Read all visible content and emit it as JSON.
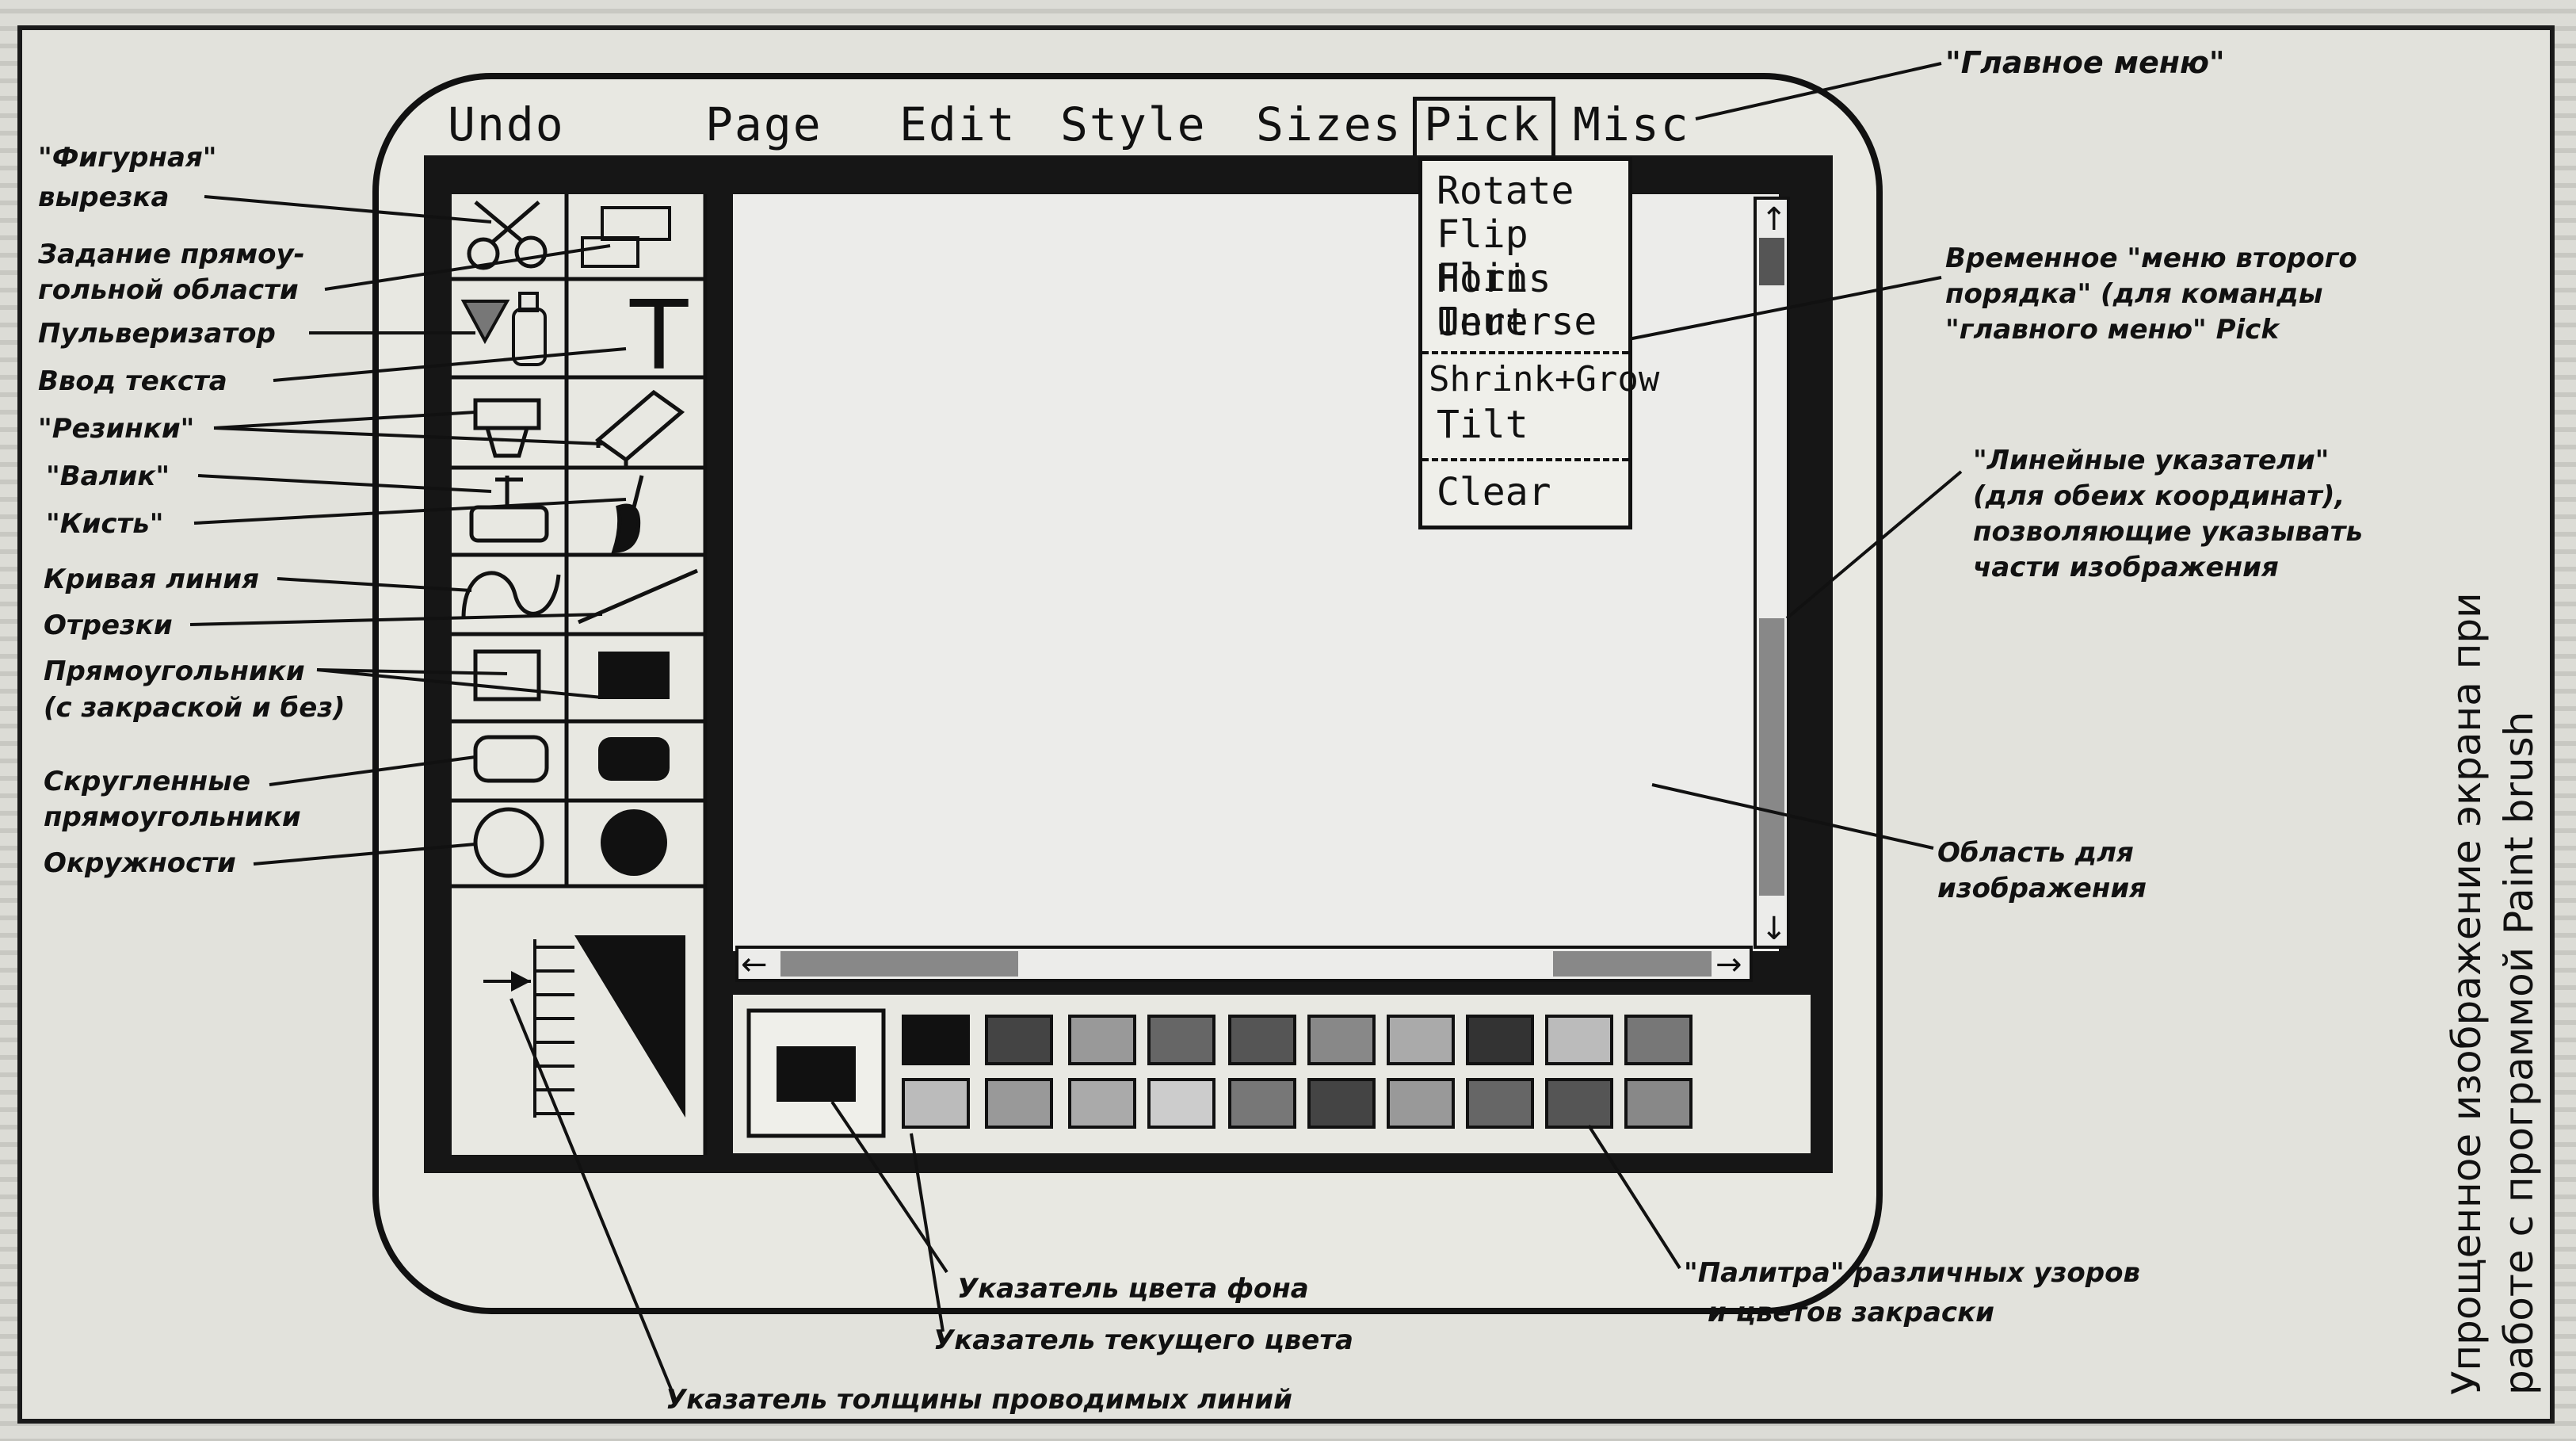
{
  "menu_bar": {
    "undo": "Undo",
    "page": "Page",
    "edit": "Edit",
    "style": "Style",
    "sizes": "Sizes",
    "pick": "Pick",
    "misc": "Misc"
  },
  "pick_menu": {
    "items": [
      "Rotate",
      "Flip Horis",
      "Flin Uert",
      "Inuerse",
      "Shrink+Grow",
      "Tilt",
      "Clear"
    ]
  },
  "labels": {
    "main_menu": "\"Главное  меню\"",
    "scissors_1": "\"Фигурная\"",
    "scissors_2": "вырезка",
    "rect_select_1": "Задание прямоу-",
    "rect_select_2": "гольной области",
    "spray": "Пульверизатор",
    "text": "Ввод текста",
    "erasers": "\"Резинки\"",
    "roller": "\"Валик\"",
    "brush": "\"Кисть\"",
    "curve": "Кривая линия",
    "segments": "Отрезки",
    "rects_1": "Прямоугольники",
    "rects_2": "(с закраской и без)",
    "rounded_1": "Скругленные",
    "rounded_2": "прямоугольники",
    "circles": "Окружности",
    "submenu_1": "Временное \"меню второго",
    "submenu_2": "порядка\" (для команды",
    "submenu_3": "\"главного меню\" Pick",
    "rulers_1": "\"Линейные указатели\"",
    "rulers_2": "(для обеих координат),",
    "rulers_3": "позволяющие указывать",
    "rulers_4": "части изображения",
    "image_area_1": "Область для",
    "image_area_2": "изображения",
    "bg_color": "Указатель цвета фона",
    "current_color": "Указатель текущего цвета",
    "line_width": "Указатель толщины проводимых линий",
    "palette_1": "\"Палитра\" различных узоров",
    "palette_2": "и цветов закраски"
  },
  "caption": {
    "line1": "Упрощенное изображение экрана при",
    "line2": "работе с программой Paint brush"
  },
  "icons": [
    "scissors-icon",
    "rect-select-icon",
    "spray-icon",
    "text-icon",
    "eraser-icon",
    "roller-icon",
    "brush-icon",
    "curve-icon",
    "line-icon",
    "rect-icon",
    "filled-rect-icon",
    "rounded-rect-icon",
    "filled-rounded-rect-icon",
    "circle-icon",
    "filled-circle-icon"
  ]
}
